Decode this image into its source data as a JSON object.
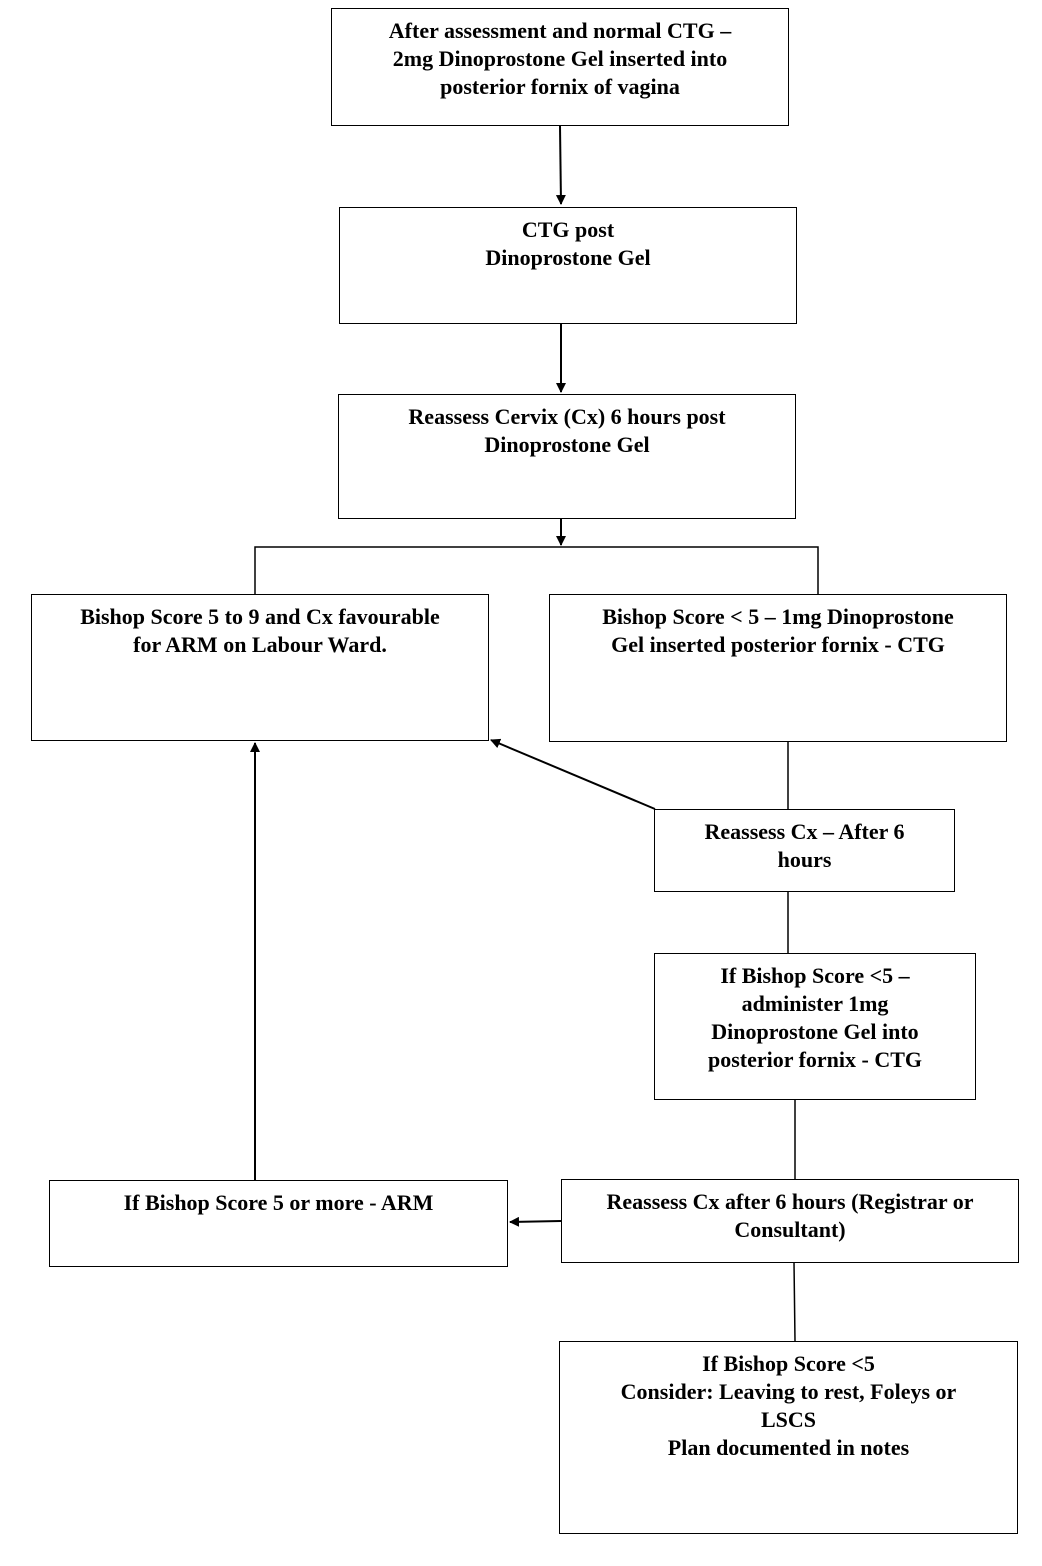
{
  "nodes": {
    "step1": [
      "After assessment and normal CTG –",
      "2mg Dinoprostone Gel inserted into",
      "posterior fornix of vagina"
    ],
    "step2": [
      "CTG  post",
      "Dinoprostone Gel"
    ],
    "step3": [
      "Reassess Cervix (Cx) 6 hours post",
      "Dinoprostone Gel"
    ],
    "favourable": [
      "Bishop Score 5 to 9 and Cx favourable",
      "for ARM on Labour Ward."
    ],
    "low_score": [
      "Bishop Score < 5 – 1mg Dinoprostone",
      "Gel inserted posterior fornix - CTG"
    ],
    "reassess_6h": [
      "Reassess Cx – After 6",
      "hours"
    ],
    "second_dose": [
      "If Bishop Score <5 –",
      "administer 1mg",
      "Dinoprostone Gel into",
      "posterior fornix - CTG"
    ],
    "reassess_senior": [
      "Reassess Cx after 6 hours (Registrar or",
      "Consultant)"
    ],
    "arm": [
      "If Bishop Score 5 or more - ARM"
    ],
    "still_low": [
      "If Bishop Score <5",
      "Consider: Leaving to rest, Foleys or",
      "LSCS",
      "Plan documented in notes"
    ]
  }
}
